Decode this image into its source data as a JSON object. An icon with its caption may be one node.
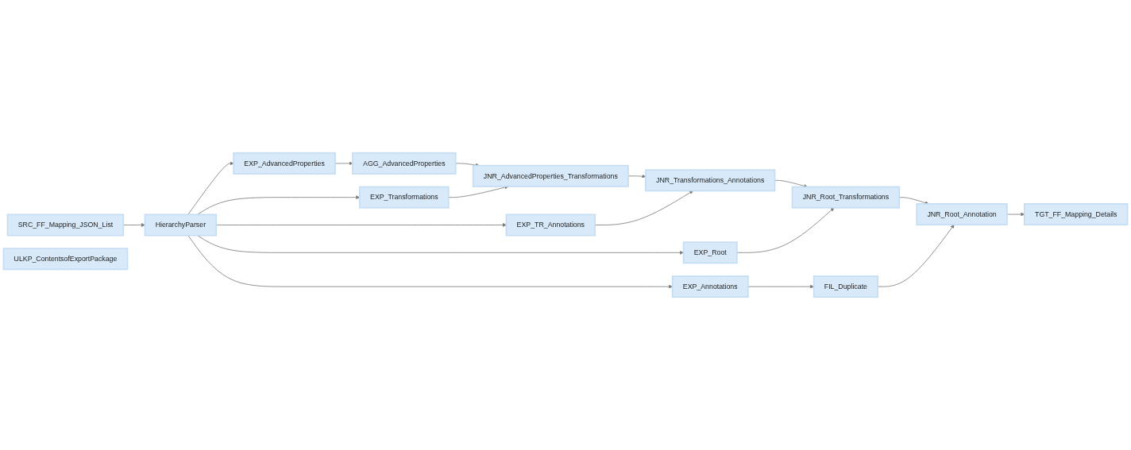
{
  "diagram": {
    "nodes": [
      {
        "text": [
          "SRC_FF_Mapping_JSON_List"
        ]
      },
      {
        "text": [
          "HierarchyParser"
        ]
      },
      {
        "text": [
          "EXP_AdvancedProperties"
        ]
      },
      {
        "text": [
          "AGG_AdvancedProperties"
        ]
      },
      {
        "text": [
          "ULKP_ContentsofExportPackage"
        ]
      },
      {
        "text": [
          "EXP_Transformations"
        ]
      },
      {
        "text": [
          "JNR_AdvancedProperties_Transformations"
        ]
      },
      {
        "text": [
          "EXP_TR_Annotations"
        ]
      },
      {
        "text": [
          "JNR_Transformations_Annotations"
        ]
      },
      {
        "text": [
          "EXP_Root"
        ]
      },
      {
        "text": [
          "JNR_Root_Transformations"
        ]
      },
      {
        "text": [
          "EXP_Annotations"
        ]
      },
      {
        "text": [
          "FIL_Duplicate"
        ]
      },
      {
        "text": [
          "JNR_Root_Annotation"
        ]
      },
      {
        "text": [
          "TGT_FF_Mapping_Details"
        ]
      }
    ],
    "edges": [
      {
        "from": 0,
        "to": 1,
        "arrow": "to"
      },
      {
        "from": 1,
        "to": 2,
        "arrow": "to"
      },
      {
        "from": 1,
        "to": 5,
        "arrow": "to"
      },
      {
        "from": 1,
        "to": 7,
        "arrow": "to"
      },
      {
        "from": 1,
        "to": 9,
        "arrow": "to"
      },
      {
        "from": 1,
        "to": 11,
        "arrow": "to"
      },
      {
        "from": 2,
        "to": 3,
        "arrow": "to"
      },
      {
        "from": 3,
        "to": 6,
        "arrow": "to"
      },
      {
        "from": 5,
        "to": 6,
        "arrow": "to"
      },
      {
        "from": 6,
        "to": 8,
        "arrow": "to"
      },
      {
        "from": 7,
        "to": 8,
        "arrow": "to"
      },
      {
        "from": 8,
        "to": 10,
        "arrow": "to"
      },
      {
        "from": 9,
        "to": 10,
        "arrow": "to"
      },
      {
        "from": 10,
        "to": 13,
        "arrow": "to"
      },
      {
        "from": 11,
        "to": 12,
        "arrow": "to"
      },
      {
        "from": 12,
        "to": 13,
        "arrow": "to"
      },
      {
        "from": 13,
        "to": 14,
        "arrow": "to"
      }
    ]
  }
}
